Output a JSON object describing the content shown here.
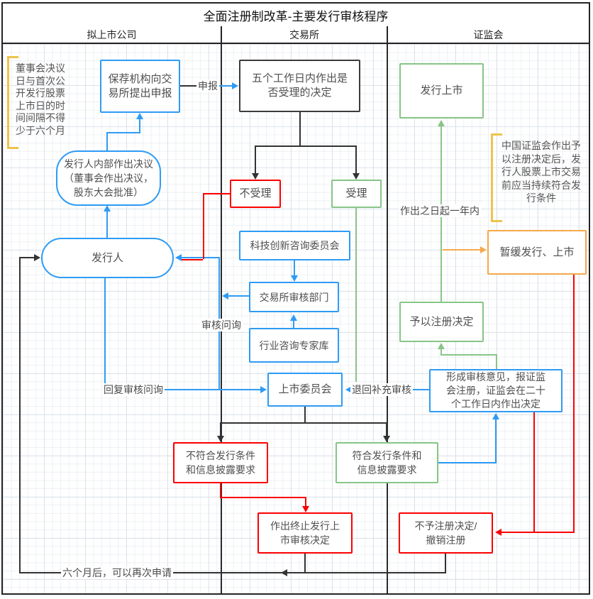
{
  "title": "全面注册制改革-主要发行审核程序",
  "lanes": {
    "company": "拟上市公司",
    "exchange": "交易所",
    "csrc": "证监会"
  },
  "nodes": {
    "sponsor_filing": "保荐机构向交\n易所提出申报",
    "internal_resolution": "发行人内部作出决议\n（董事会作出决议，\n股东大会批准）",
    "issuer": "发行人",
    "five_day_decision": "五个工作日内作出是\n否受理的决定",
    "not_accepted": "不受理",
    "accepted": "受理",
    "sci_tech_committee": "科技创新咨询委员会",
    "exchange_review_dept": "交易所审核部门",
    "industry_expert_db": "行业咨询专家库",
    "listing_committee": "上市委员会",
    "not_meet_conditions": "不符合发行条件\n和信息披露要求",
    "meet_conditions": "符合发行条件和\n信息披露要求",
    "terminate_review": "作出终止发行上\n市审核决定",
    "no_registration": "不予注册决定/\n撤销注册",
    "issue_and_list": "发行上市",
    "suspend_listing": "暂缓发行、上市",
    "grant_registration": "予以注册决定",
    "form_opinion": "形成审核意见，报证监\n会注册，证监会在二十\n个工作日内作出决定"
  },
  "notes": {
    "board_interval": "董事会决议\n日与首次公\n开发行股票\n上市日的时\n间间隔不得\n少于六个月",
    "csrc_condition": "中国证监会作出予\n以注册决定后，发\n行人股票上市交易\n前应当持续符合发\n行条件"
  },
  "edge_labels": {
    "declare": "申报",
    "review_inquiry": "审核问询",
    "reply_inquiry": "回复审核问询",
    "return_supplement": "退回补充审核",
    "within_one_year": "作出之日起一年内",
    "reapply_six_months": "六个月后，可以再次申请"
  },
  "colors": {
    "blue": "#2e9bf5",
    "green": "#87c587",
    "red": "#fb0000",
    "orange": "#f5a94b",
    "yellow": "#efc34b",
    "line_dark": "#333333"
  }
}
